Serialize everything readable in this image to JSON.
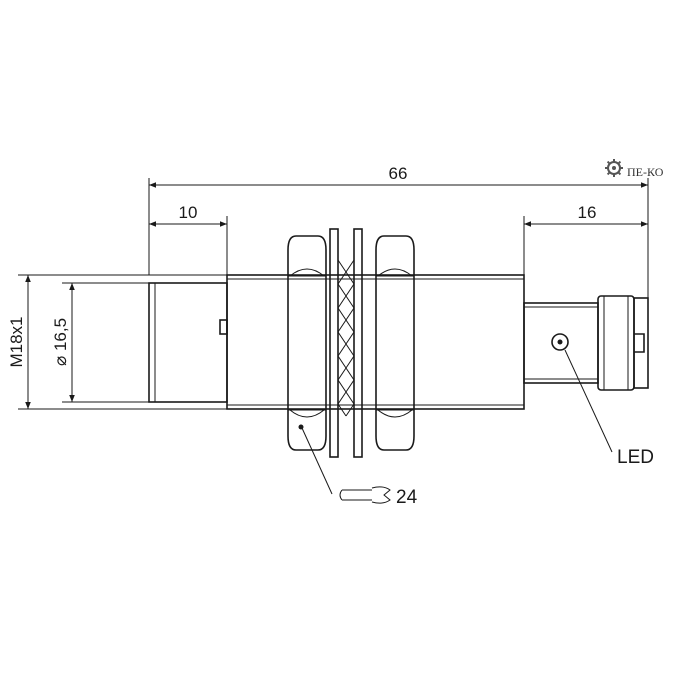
{
  "logo": {
    "text": "ПЕ-КО",
    "subtext": "",
    "icon": "gear-icon"
  },
  "dimensions": {
    "overall_length": "66",
    "front_length": "10",
    "connector_length": "16",
    "thread": "M18x1",
    "diameter": "⌀ 16,5"
  },
  "labels": {
    "led": "LED",
    "wrench_size": "24",
    "wrench_icon": "wrench-icon"
  }
}
